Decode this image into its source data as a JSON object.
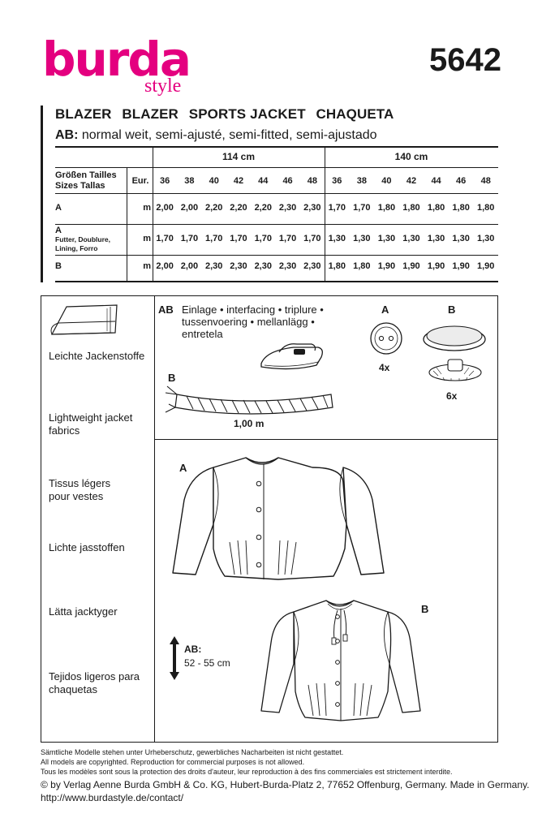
{
  "brand": {
    "name": "burda",
    "sub": "style",
    "color": "#e4007f"
  },
  "pattern_number": "5642",
  "title": [
    "BLAZER",
    "BLAZER",
    "SPORTS JACKET",
    "CHAQUETA"
  ],
  "fit": {
    "prefix": "AB:",
    "text": " normal weit, semi-ajusté, semi-fitted, semi-ajustado"
  },
  "table": {
    "widths": [
      "114 cm",
      "140 cm"
    ],
    "size_labels": {
      "line1": "Größen  Tailles",
      "line2": "Sizes  Tallas",
      "eur": "Eur."
    },
    "sizes": [
      "36",
      "38",
      "40",
      "42",
      "44",
      "46",
      "48"
    ],
    "rows": [
      {
        "label": "A",
        "sublabel": "",
        "unit": "m",
        "w114": [
          "2,00",
          "2,00",
          "2,20",
          "2,20",
          "2,20",
          "2,30",
          "2,30"
        ],
        "w140": [
          "1,70",
          "1,70",
          "1,80",
          "1,80",
          "1,80",
          "1,80",
          "1,80"
        ]
      },
      {
        "label": "A",
        "sublabel": "Futter, Doublure,\nLining, Forro",
        "unit": "m",
        "w114": [
          "1,70",
          "1,70",
          "1,70",
          "1,70",
          "1,70",
          "1,70",
          "1,70"
        ],
        "w140": [
          "1,30",
          "1,30",
          "1,30",
          "1,30",
          "1,30",
          "1,30",
          "1,30"
        ]
      },
      {
        "label": "B",
        "sublabel": "",
        "unit": "m",
        "w114": [
          "2,00",
          "2,00",
          "2,30",
          "2,30",
          "2,30",
          "2,30",
          "2,30"
        ],
        "w140": [
          "1,80",
          "1,80",
          "1,90",
          "1,90",
          "1,90",
          "1,90",
          "1,90"
        ]
      }
    ]
  },
  "fabrics": [
    "Leichte Jackenstoffe",
    "Lightweight jacket\nfabrics",
    "Tissus légers\npour vestes",
    "Lichte jasstoffen",
    "Lätta jacktyger",
    "Tejidos ligeros para\nchaquetas"
  ],
  "notions": {
    "interfacing_label": "AB",
    "interfacing_text": "Einlage • interfacing • triplure •\ntussenvoering • mellanlägg •\nentretela",
    "button_a_label": "A",
    "button_a_qty": "4x",
    "snap_b_label": "B",
    "snap_b_qty": "6x",
    "cord_label": "B",
    "cord_length": "1,00 m"
  },
  "views": {
    "a_label": "A",
    "b_label": "B",
    "length_label": "AB:",
    "length_value": "52 - 55 cm"
  },
  "footer": {
    "line1": "Sämtliche Modelle stehen unter Urheberschutz, gewerbliches Nacharbeiten ist nicht gestattet.",
    "line2": "All models are copyrighted. Reproduction for commercial purposes is not allowed.",
    "line3": "Tous les modèles sont sous la protection des droits d'auteur, leur reproduction à des fins commerciales est strictement interdite.",
    "line4": "© by Verlag Aenne Burda GmbH & Co. KG, Hubert-Burda-Platz 2, 77652 Offenburg, Germany. Made in Germany.",
    "line5": "http://www.burdastyle.de/contact/"
  }
}
